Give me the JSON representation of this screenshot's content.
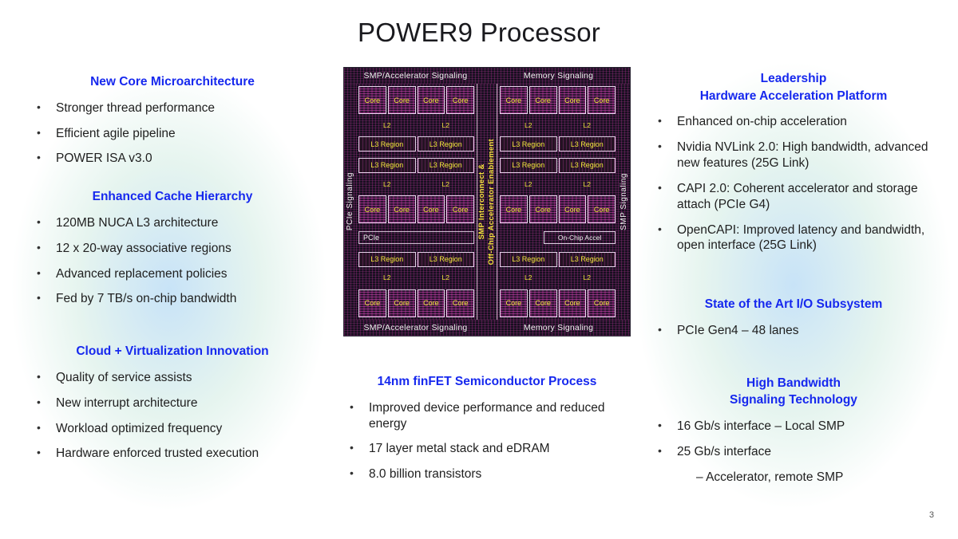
{
  "slide": {
    "title": "POWER9 Processor",
    "page_number": "3",
    "accent_color": "#1628ee"
  },
  "left_column": {
    "sections": [
      {
        "heading": "New Core Microarchitecture",
        "bullets": [
          "Stronger thread performance",
          "Efficient agile pipeline",
          "POWER ISA v3.0"
        ]
      },
      {
        "heading": "Enhanced Cache Hierarchy",
        "bullets": [
          "120MB NUCA L3 architecture",
          "12 x 20-way associative regions",
          "Advanced replacement policies",
          "Fed by 7 TB/s on-chip bandwidth"
        ]
      },
      {
        "heading": "Cloud + Virtualization Innovation",
        "bullets": [
          "Quality of service assists",
          "New interrupt architecture",
          "Workload optimized frequency",
          "Hardware enforced trusted execution"
        ]
      }
    ]
  },
  "center_section": {
    "heading": "14nm finFET Semiconductor Process",
    "bullets": [
      "Improved device performance and reduced energy",
      "17 layer metal stack and eDRAM",
      "8.0 billion transistors"
    ]
  },
  "right_column": {
    "sections": [
      {
        "heading": "Leadership\nHardware Acceleration Platform",
        "bullets": [
          "Enhanced on-chip acceleration",
          "Nvidia NVLink 2.0:  High bandwidth, advanced new features (25G Link)",
          "CAPI 2.0:  Coherent accelerator and storage attach (PCIe G4)",
          "OpenCAPI:  Improved latency and bandwidth, open interface (25G Link)"
        ]
      },
      {
        "heading": "State of the Art I/O Subsystem",
        "bullets": [
          "PCIe Gen4 – 48 lanes"
        ]
      },
      {
        "heading": "High Bandwidth\nSignaling Technology",
        "bullets": [
          "16 Gb/s interface – Local SMP",
          "25 Gb/s interface"
        ],
        "sub_bullets": [
          "– Accelerator, remote SMP"
        ]
      }
    ]
  },
  "die": {
    "top_left_label": "SMP/Accelerator Signaling",
    "top_right_label": "Memory Signaling",
    "bottom_left_label": "SMP/Accelerator Signaling",
    "bottom_right_label": "Memory Signaling",
    "left_edge_label": "PCIe Signaling",
    "right_edge_label": "SMP Signaling",
    "center_label": "SMP Interconnect &\nOff-Chip Accelerator Enablement",
    "core_label": "Core",
    "l2_label": "L2",
    "l3_label": "L3 Region",
    "pcie_label": "PCIe",
    "accel_label": "On-Chip Accel"
  }
}
